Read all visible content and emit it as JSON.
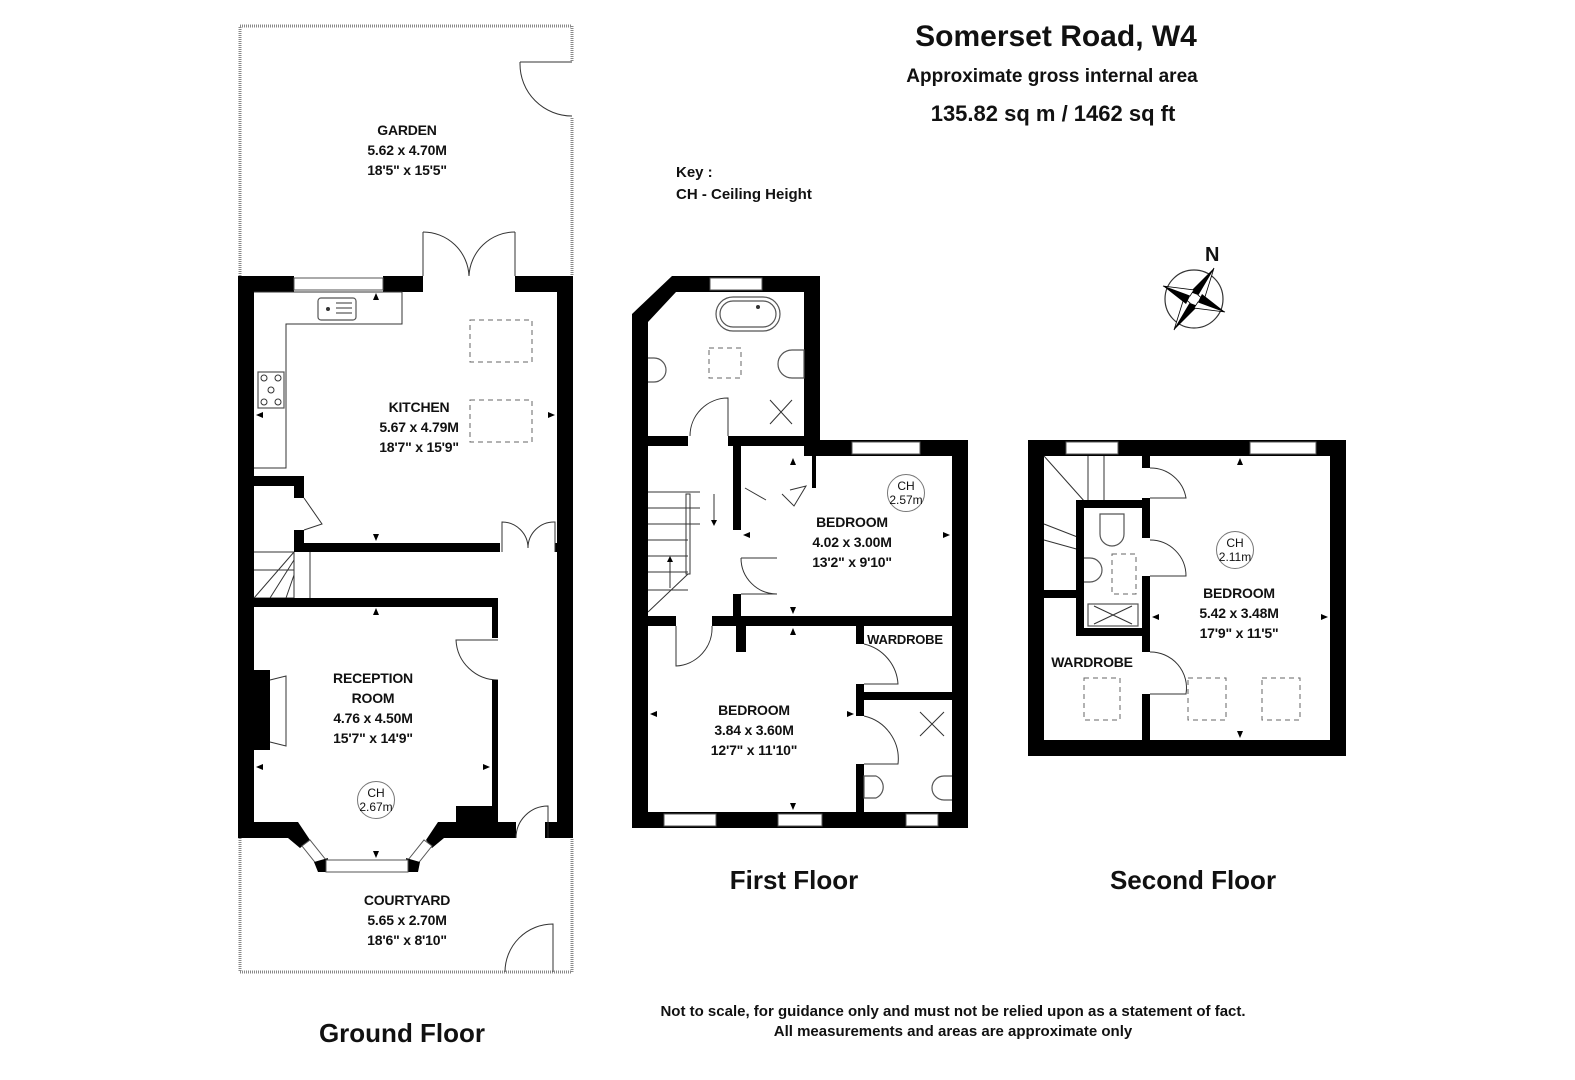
{
  "header": {
    "title": "Somerset Road, W4",
    "subtitle": "Approximate gross internal area",
    "area": "135.82 sq m /  1462 sq ft"
  },
  "key": {
    "heading": "Key :",
    "entry": "CH - Ceiling Height"
  },
  "compass": {
    "label": "N"
  },
  "floors": {
    "ground": {
      "label": "Ground Floor",
      "rooms": {
        "garden": {
          "name": "GARDEN",
          "metric": "5.62 x 4.70M",
          "imperial": "18'5\" x 15'5\""
        },
        "kitchen": {
          "name": "KITCHEN",
          "metric": "5.67 x 4.79M",
          "imperial": "18'7\" x 15'9\""
        },
        "reception": {
          "name": "RECEPTION",
          "name2": "ROOM",
          "metric": "4.76 x 4.50M",
          "imperial": "15'7\" x 14'9\"",
          "ch_label": "CH",
          "ch_value": "2.67m"
        },
        "courtyard": {
          "name": "COURTYARD",
          "metric": "5.65 x 2.70M",
          "imperial": "18'6\" x 8'10\""
        }
      }
    },
    "first": {
      "label": "First Floor",
      "rooms": {
        "bedroom_rear": {
          "name": "BEDROOM",
          "metric": "4.02 x 3.00M",
          "imperial": "13'2\" x 9'10\"",
          "ch_label": "CH",
          "ch_value": "2.57m"
        },
        "bedroom_front": {
          "name": "BEDROOM",
          "metric": "3.84 x 3.60M",
          "imperial": "12'7\" x 11'10\""
        },
        "wardrobe": {
          "name": "WARDROBE"
        }
      }
    },
    "second": {
      "label": "Second Floor",
      "rooms": {
        "bedroom": {
          "name": "BEDROOM",
          "metric": "5.42 x 3.48M",
          "imperial": "17'9\" x 11'5\"",
          "ch_label": "CH",
          "ch_value": "2.11m"
        },
        "wardrobe": {
          "name": "WARDROBE"
        }
      }
    }
  },
  "disclaimer": {
    "line1": "Not to scale, for guidance only and must not be relied upon as a statement of fact.",
    "line2": "All measurements and areas are approximate only"
  },
  "colors": {
    "wall": "#000000",
    "background": "#ffffff",
    "fixture": "#555555"
  }
}
